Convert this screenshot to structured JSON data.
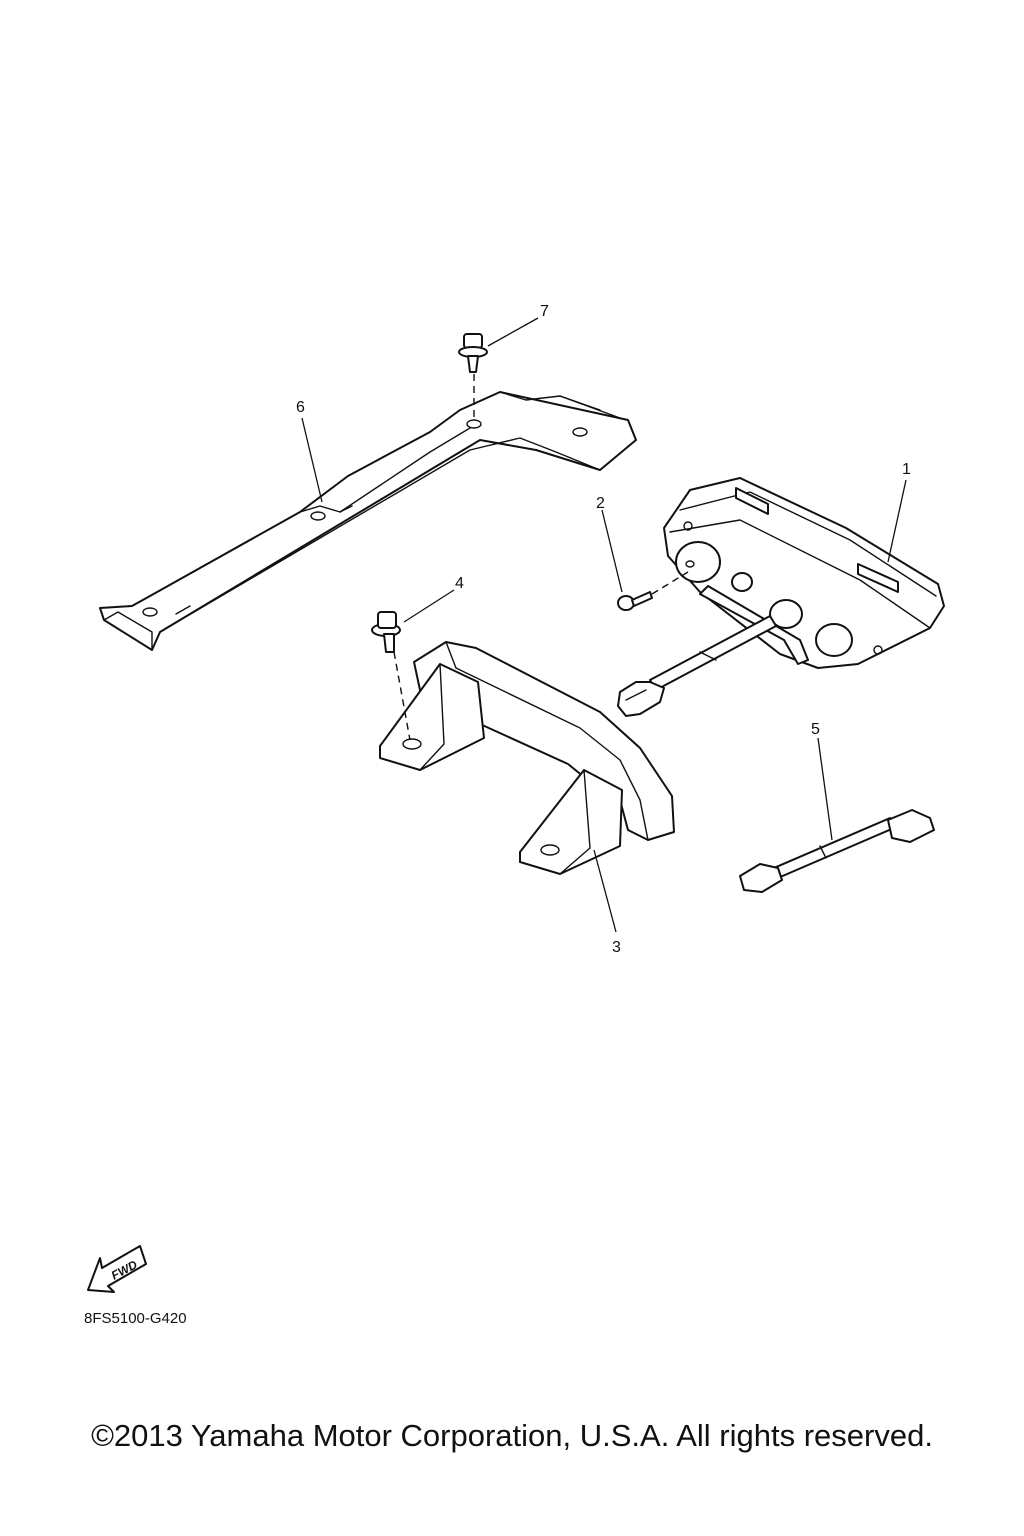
{
  "callouts": [
    "1",
    "2",
    "3",
    "4",
    "5",
    "6",
    "7"
  ],
  "fwd_label": "FWD",
  "drawing_code": "8FS5100-G420",
  "copyright": "©2013 Yamaha Motor Corporation, U.S.A. All rights reserved."
}
